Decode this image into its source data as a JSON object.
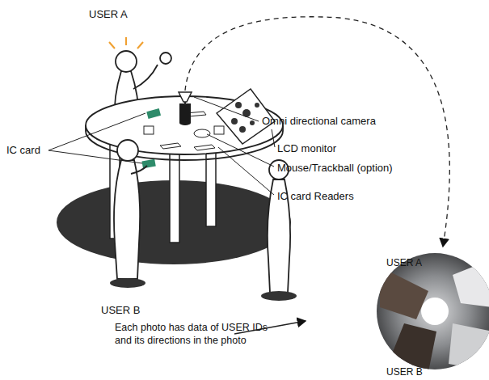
{
  "diagram": {
    "labels": [
      "USER A",
      "Omni directional camera",
      "LCD monitor",
      "IC card",
      "Mouse/Trackball (option)",
      "IC card Readers",
      "USER B",
      "USER A",
      "USER B",
      "Each photo has data of USER IDs and its directions in the photo"
    ]
  }
}
